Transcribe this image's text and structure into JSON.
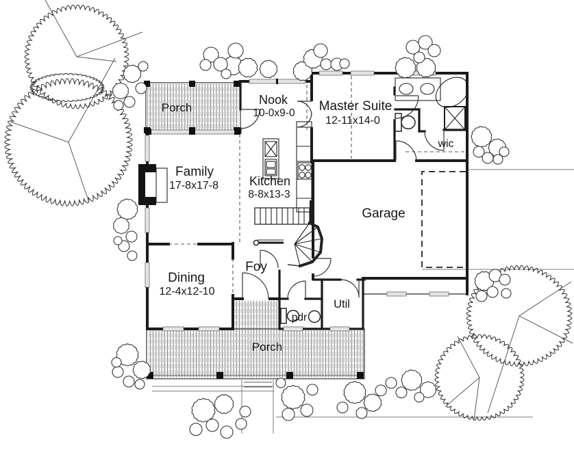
{
  "drawing": {
    "type": "house floor plan, first floor with site landscaping",
    "ink_color": "#1b1b1b",
    "paper_color": "#ffffff"
  },
  "rooms": {
    "porch_top": {
      "name": "Porch"
    },
    "nook": {
      "name": "Nook",
      "dims": "10-0x9-0"
    },
    "master_suite": {
      "name": "Master Suite",
      "dims": "12-11x14-0"
    },
    "wic": {
      "name": "wic"
    },
    "family": {
      "name": "Family",
      "dims": "17-8x17-8"
    },
    "kitchen": {
      "name": "Kitchen",
      "dims": "8-8x13-3"
    },
    "garage": {
      "name": "Garage"
    },
    "dining": {
      "name": "Dining",
      "dims": "12-4x12-10"
    },
    "foyer": {
      "name": "Foy"
    },
    "powder": {
      "name": "pdr"
    },
    "utility": {
      "name": "Util"
    },
    "porch_bottom": {
      "name": "Porch"
    }
  }
}
